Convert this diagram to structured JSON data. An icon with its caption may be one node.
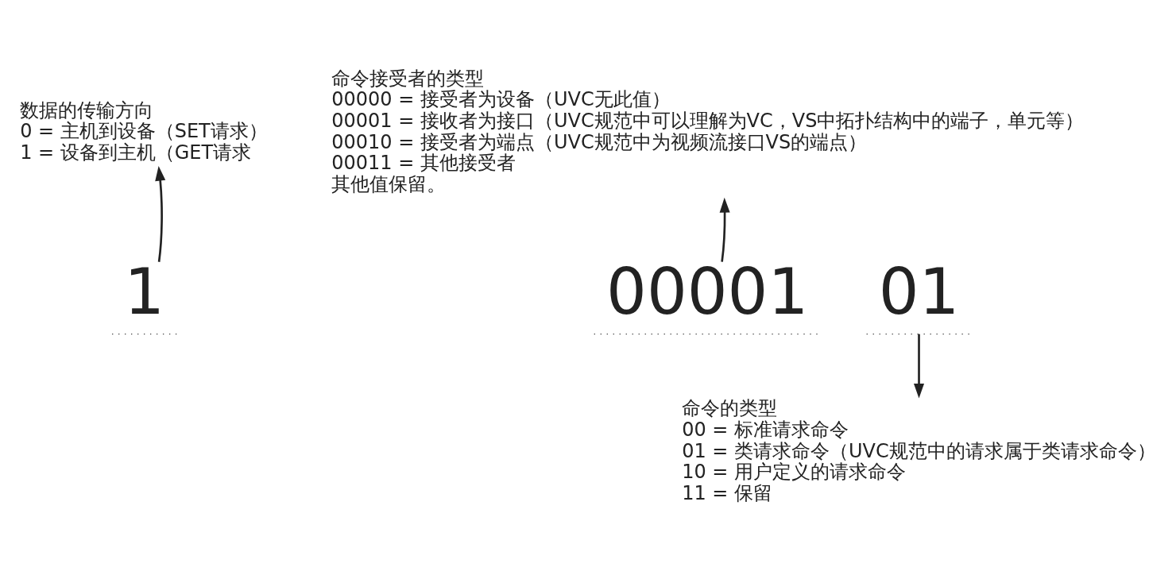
{
  "diagram": {
    "nodes": [
      {
        "text": [
          "1"
        ]
      },
      {
        "text": [
          "01"
        ]
      },
      {
        "text": [
          "00001"
        ]
      },
      {
        "text": [
          "数据的传输方向",
          "0 = 主机到设备（SET请求）",
          "1 = 设备到主机（GET请求"
        ]
      },
      {
        "text": [
          "命令的类型",
          "00 = 标准请求命令",
          "01 = 类请求命令（UVC规范中的请求属于类请求命令）",
          "10 = 用户定义的请求命令",
          "11 = 保留"
        ]
      },
      {
        "text": [
          "命令接受者的类型",
          "00000 = 接受者为设备（UVC无此值）",
          "00001 = 接收者为接口（UVC规范中可以理解为VC，VS中拓扑结构中的端子，单元等）",
          "00010 = 接受者为端点（UVC规范中为视频流接口VS的端点）",
          "00011 = 其他接受者",
          "其他值保留。"
        ]
      }
    ],
    "edges": [
      {
        "from": 0,
        "to": 3,
        "arrow": "to"
      },
      {
        "from": 1,
        "to": 4,
        "arrow": "to"
      },
      {
        "from": 2,
        "to": 5,
        "arrow": "to"
      }
    ]
  }
}
